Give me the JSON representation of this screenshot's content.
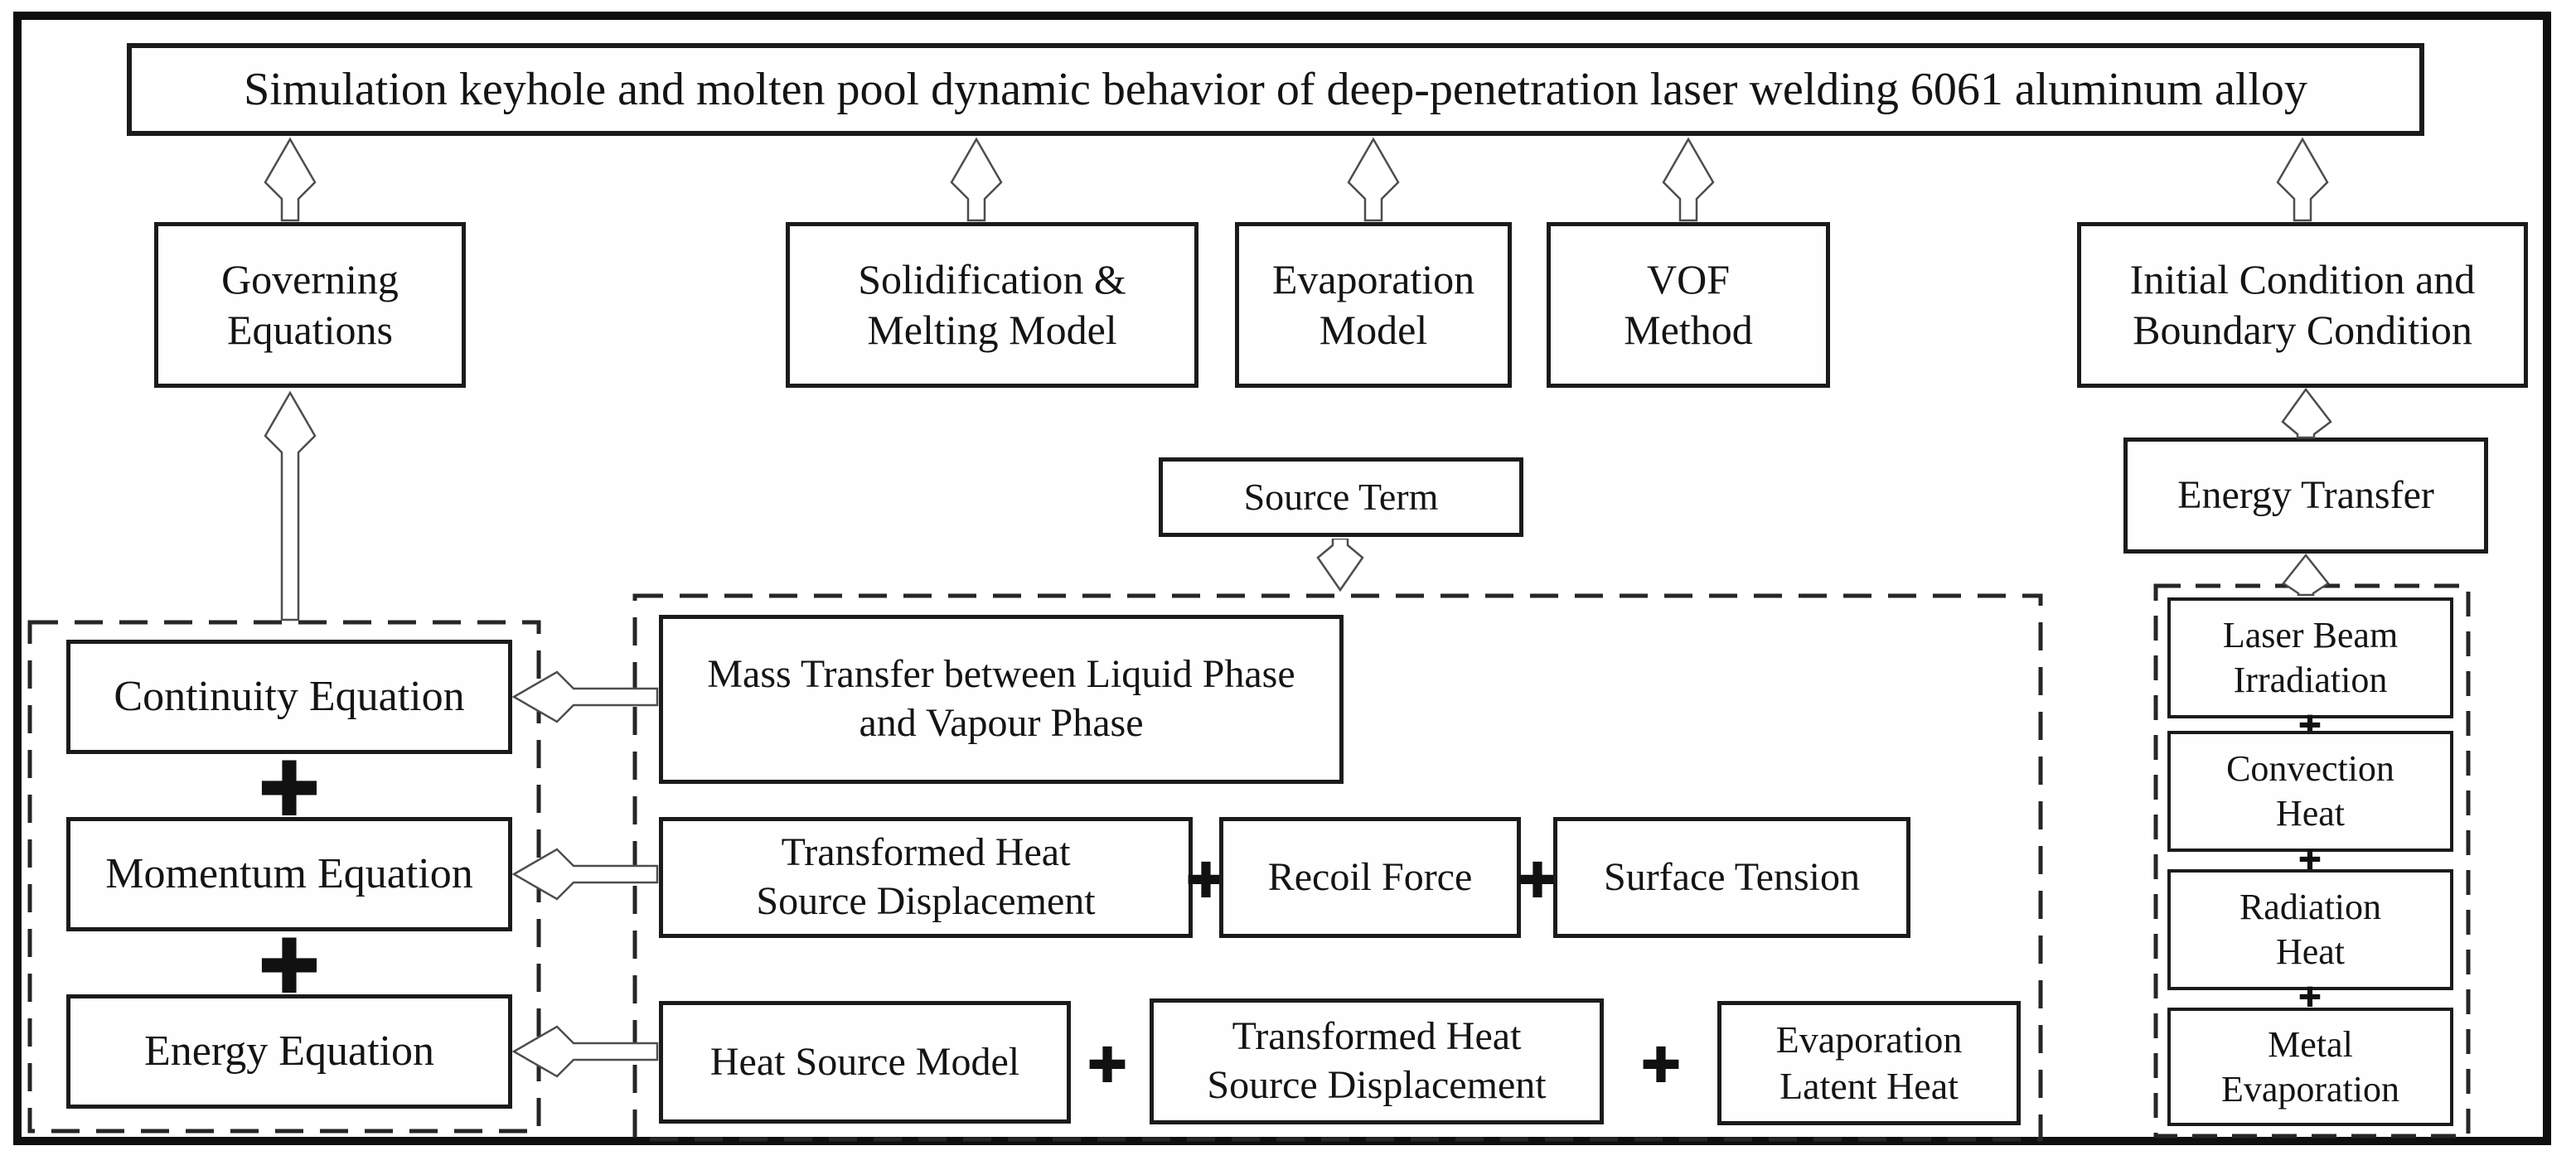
{
  "figure": {
    "title": "Simulation keyhole and molten pool dynamic behavior of deep-penetration laser welding 6061 aluminum alloy",
    "models_row": {
      "governing": "Governing Equations",
      "solidification": "Solidification & Melting Model",
      "evaporation": "Evaporation Model",
      "vof": "VOF Method",
      "initial_boundary": "Initial Condition and Boundary Condition"
    },
    "mid_nodes": {
      "source_term": "Source Term",
      "energy_transfer": "Energy Transfer"
    },
    "equations": {
      "continuity": "Continuity Equation",
      "momentum": "Momentum Equation",
      "energy": "Energy Equation"
    },
    "source_terms": {
      "mass_transfer": "Mass Transfer between Liquid Phase and Vapour Phase",
      "transformed_heat_momentum": "Transformed Heat Source Displacement",
      "recoil_force": "Recoil Force",
      "surface_tension": "Surface Tension",
      "heat_source_model": "Heat Source Model",
      "transformed_heat_energy": "Transformed Heat Source Displacement",
      "evaporation_latent_heat": "Evaporation Latent Heat"
    },
    "energy_inputs": {
      "laser_beam": "Laser Beam Irradiation",
      "convection": "Convection Heat",
      "radiation": "Radiation Heat",
      "metal_evaporation": "Metal Evaporation"
    },
    "symbols": {
      "plus": "+"
    },
    "colors": {
      "line": "#1b1b1b",
      "arrow_stroke": "#4d4d4d",
      "background": "#ffffff"
    }
  }
}
